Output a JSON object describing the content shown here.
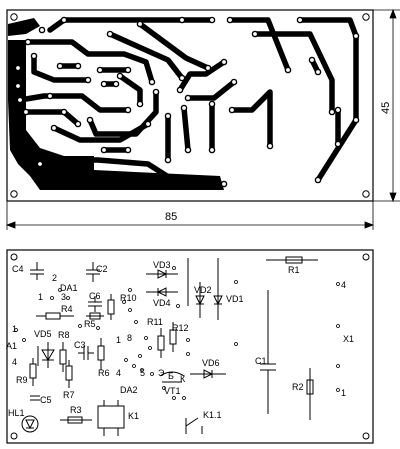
{
  "pcb": {
    "width_label": "85",
    "height_label": "45"
  },
  "components": {
    "C4": "C4",
    "C2": "C2",
    "DA1": "DA1",
    "C6": "C6",
    "R10": "R10",
    "VD3": "VD3",
    "VD4": "VD4",
    "VD2": "VD2",
    "VD1": "VD1",
    "R1": "R1",
    "R4": "R4",
    "R5": "R5",
    "R11": "R11",
    "R12": "R12",
    "A1": "A1",
    "VD5": "VD5",
    "R8": "R8",
    "C3": "C3",
    "R6": "R6",
    "R9": "R9",
    "R7": "R7",
    "DA2": "DA2",
    "VT1": "VT1",
    "VD6": "VD6",
    "C1": "C1",
    "X1": "X1",
    "R2": "R2",
    "C5": "C5",
    "HL1": "HL1",
    "R3": "R3",
    "K1": "K1",
    "K11": "K1.1"
  },
  "pins": {
    "p2": "2",
    "p1a": "1",
    "p3a": "3",
    "p4x": "4",
    "p1x": "1",
    "p1b": "1",
    "p4b": "4",
    "p8": "8",
    "p5": "5",
    "p1c": "1",
    "p4c": "4",
    "p1d": "1",
    "pE": "Э",
    "pB": "Б",
    "pK": "К"
  }
}
